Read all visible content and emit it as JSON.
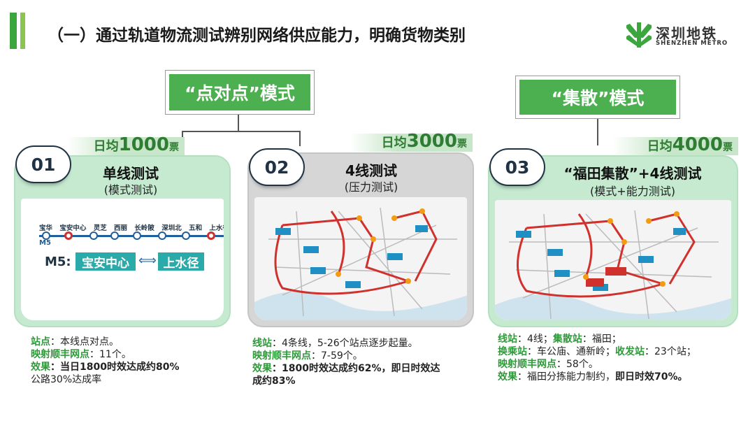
{
  "header": {
    "title": "（一）通过轨道物流测试辨别网络供应能力，明确货物类别",
    "logo_cn": "深圳地铁",
    "logo_en": "SHENZHEN METRO"
  },
  "modes": {
    "p2p": "“点对点”模式",
    "hub": "“集散”模式"
  },
  "cards": [
    {
      "number": "01",
      "title": "单线测试",
      "subtitle": "(模式测试)",
      "stat": {
        "label": "日均",
        "value": "1000",
        "unit": "票"
      },
      "line": {
        "name": "M5",
        "stations": [
          "宝华",
          "宝安中心",
          "灵芝",
          "西丽",
          "长岭陂",
          "深圳北",
          "五和",
          "上水径"
        ],
        "route_label": "M5:",
        "route_from": "宝安中心",
        "route_to": "上水径"
      },
      "desc": {
        "l1_key": "站点",
        "l1_text": "：本线点对点。",
        "l2_key": "映射顺丰网点",
        "l2_text": "：11个。",
        "l3_key": "效果",
        "l3_text": "：当日1800时效达成约80%",
        "l4_text": "公路30%达成率"
      }
    },
    {
      "number": "02",
      "title": "4线测试",
      "subtitle": "(压力测试)",
      "stat": {
        "label": "日均",
        "value": "3000",
        "unit": "票"
      },
      "desc": {
        "l1_key": "线站",
        "l1_text": "：4条线，5-26个站点逐步起量。",
        "l2_key": "映射顺丰网点",
        "l2_text": "：7-59个。",
        "l3_key": "效果",
        "l3_text": "：1800时效达成约62%，即日时效达",
        "l4_text": "成约83%"
      }
    },
    {
      "number": "03",
      "title": "“福田集散”+4线测试",
      "subtitle": "(模式+能力测试)",
      "stat": {
        "label": "日均",
        "value": "4000",
        "unit": "票"
      },
      "desc": {
        "l1_key": "线站",
        "l1_text": "：4线；",
        "l1_key2": "集散站",
        "l1_text2": "：福田；",
        "l2_key": "换乘站",
        "l2_text": "：车公庙、通新岭；",
        "l2_key2": "收发站",
        "l2_text2": "：23个站；",
        "l3_key": "映射顺丰网点",
        "l3_text": "：58个。",
        "l4_key": "效果",
        "l4_text": "：福田分拣能力制约，",
        "l4_bold": "即日时效70%。"
      }
    }
  ],
  "colors": {
    "brand_green": "#3aa63d",
    "mode_green": "#4caf50",
    "card_green": "#c5ead0",
    "card_gray": "#d6d6d6",
    "route_teal": "#2aaaa8",
    "metro_red": "#d0312d"
  },
  "icons": [
    "shenzhen-metro-logo-icon",
    "double-arrow-icon",
    "metro-map-image"
  ]
}
